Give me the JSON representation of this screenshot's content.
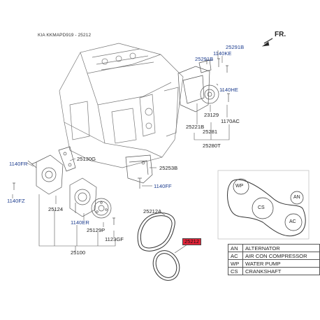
{
  "header": {
    "title": "KIA KKMAPD919 - 25212",
    "fr_label": "FR."
  },
  "parts": {
    "p25291B_top": "25291B",
    "p1140KE": "1140KE",
    "p25291B_mid": "25291B",
    "p1140HE": "1140HE",
    "p23129": "23129",
    "p1170AC": "1170AC",
    "p25221B": "25221B",
    "p25281": "25281",
    "p25280T": "25280T",
    "p25130G": "25130G",
    "p25253B": "25253B",
    "p1140FR": "1140FR",
    "p1140FF": "1140FF",
    "p1140FZ": "1140FZ",
    "p25124": "25124",
    "p25212A": "25212A",
    "p1140ER": "1140ER",
    "p25129P": "25129P",
    "p1123GF": "1123GF",
    "p25100": "25100",
    "p25212": "25212"
  },
  "belt_diagram": {
    "wp": "WP",
    "an": "AN",
    "cs": "CS",
    "ac": "AC"
  },
  "legend": [
    {
      "code": "AN",
      "desc": "ALTERNATOR"
    },
    {
      "code": "AC",
      "desc": "AIR CON COMPRESSOR"
    },
    {
      "code": "WP",
      "desc": "WATER PUMP"
    },
    {
      "code": "CS",
      "desc": "CRANKSHAFT"
    }
  ],
  "colors": {
    "ref_blue": "#1d3d8f",
    "highlight_red": "#e8243a"
  }
}
